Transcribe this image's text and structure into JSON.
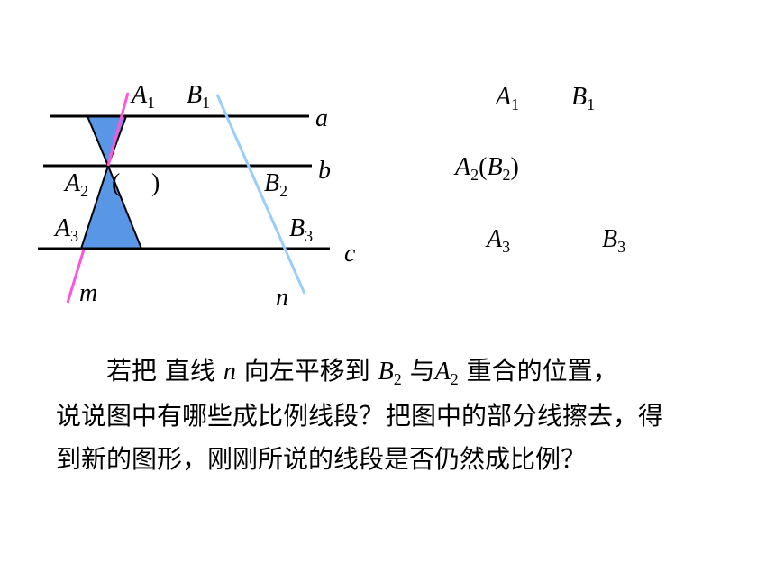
{
  "left_figure": {
    "A1": {
      "base": "A",
      "sub": "1"
    },
    "B1": {
      "base": "B",
      "sub": "1"
    },
    "A2": {
      "base": "A",
      "sub": "2"
    },
    "B2": {
      "base": "B",
      "sub": "2"
    },
    "A3": {
      "base": "A",
      "sub": "3"
    },
    "B3": {
      "base": "B",
      "sub": "3"
    },
    "line_a": "a",
    "line_b": "b",
    "line_c": "c",
    "line_m": "m",
    "line_n": "n",
    "paren_open": "(",
    "paren_close": ")",
    "colors": {
      "line_m": "#ff55dd",
      "line_n": "#99ccff",
      "triangle_fill": "#5a96e6",
      "parallel_lines": "#000000"
    }
  },
  "right_figure": {
    "A1": {
      "base": "A",
      "sub": "1"
    },
    "B1": {
      "base": "B",
      "sub": "1"
    },
    "A2B2": {
      "base": "A",
      "sub": "2",
      "paren_base": "B",
      "paren_sub": "2"
    },
    "A3": {
      "base": "A",
      "sub": "3"
    },
    "B3": {
      "base": "B",
      "sub": "3"
    }
  },
  "question": {
    "line1_part1": "若把 直线 ",
    "line1_var_n": "n",
    "line1_part2": " 向左平移到 ",
    "line1_B": "B",
    "line1_B_sub": "2",
    "line1_part3": " 与",
    "line1_A": "A",
    "line1_A_sub": "2",
    "line1_part4": " 重合的位置，",
    "line2_a": "说说图中有哪些成比例线段？",
    "line2_b": "把图中的部分线擦去，得",
    "line3": "到新的图形，刚刚所说的线段是否仍然成比例？"
  }
}
